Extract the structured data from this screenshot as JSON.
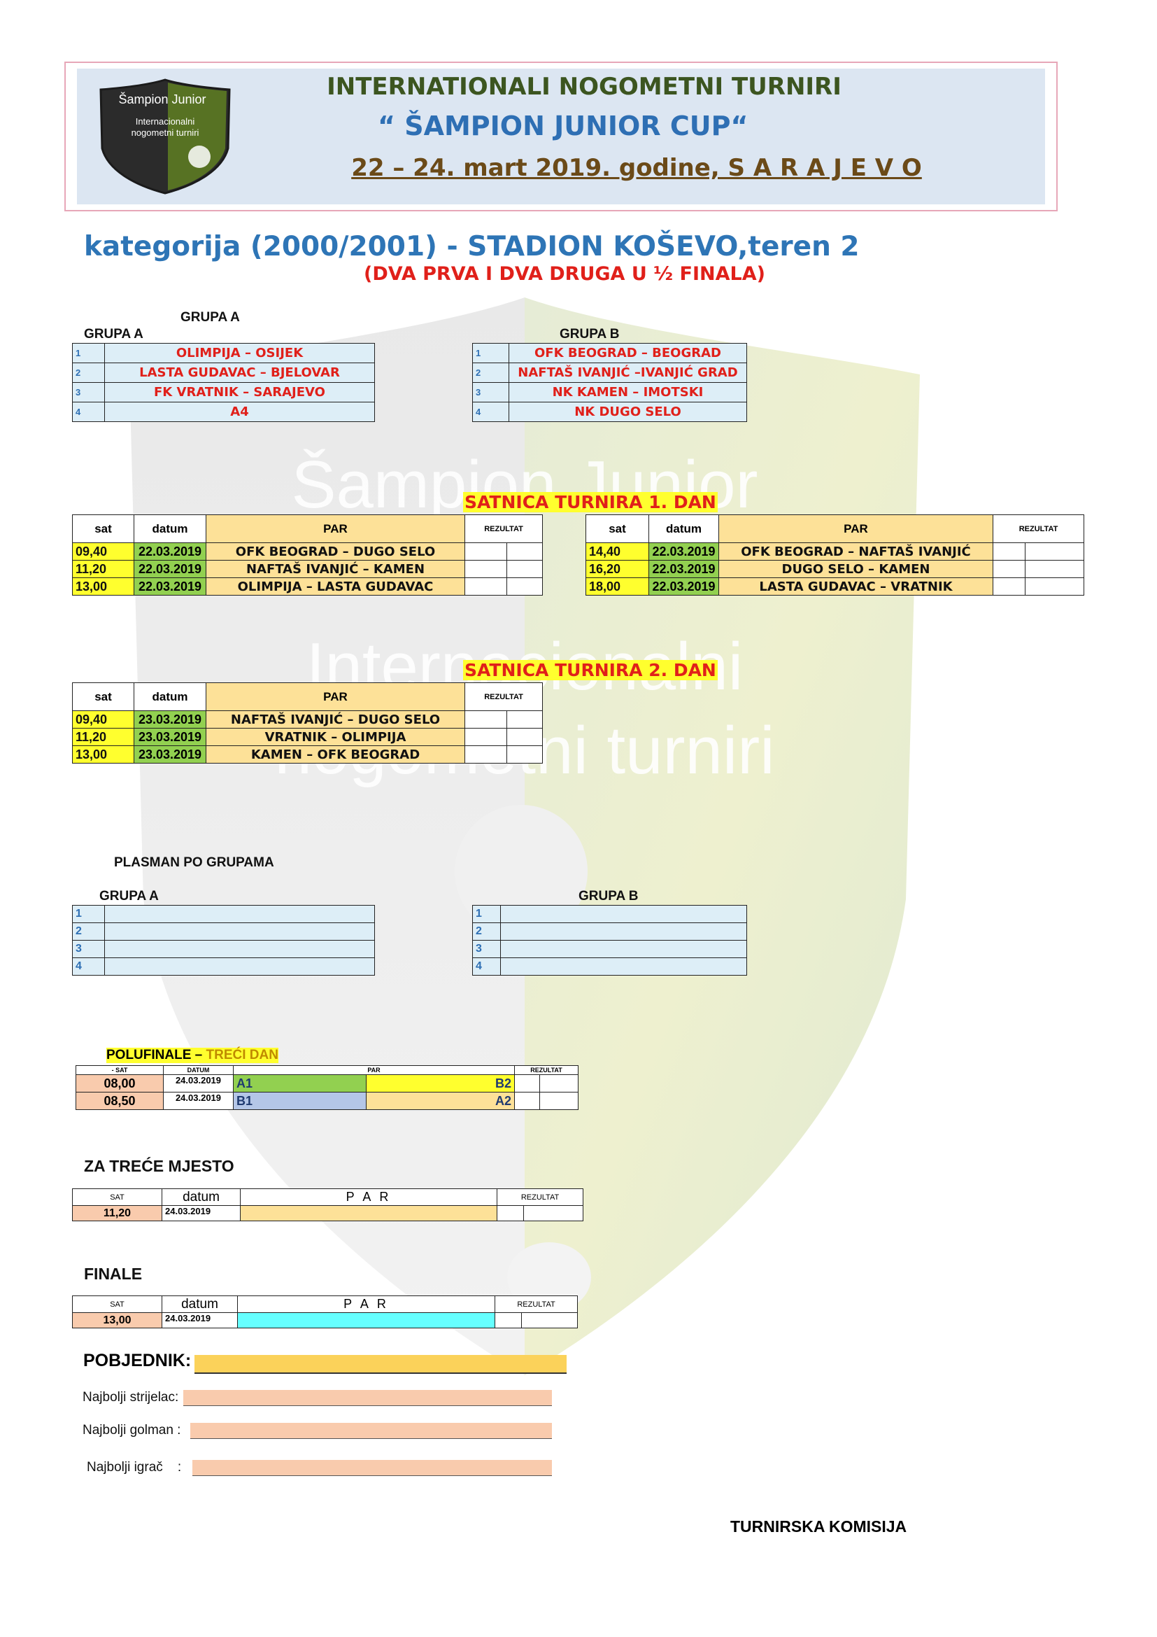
{
  "header": {
    "logo_text_1": "Šampion Junior",
    "logo_text_2": "Internacionalni",
    "logo_text_3": "nogometni turniri",
    "line1": "INTERNATIONALI NOGOMETNI TURNIRI",
    "line2": "“ ŠAMPION JUNIOR CUP“",
    "line3": "22 – 24. mart 2019. godine, S A R A J E V O"
  },
  "category_title": "kategorija (2000/2001) - STADION KOŠEVO,teren 2",
  "category_note": "(DVA PRVA I DVA DRUGA U ½ FINALA)",
  "groups": {
    "a_label_top": "GRUPA  A",
    "a_label": "GRUPA  A",
    "b_label": "GRUPA B",
    "a": [
      {
        "n": "1",
        "team": "OLIMPIJA – OSIJEK"
      },
      {
        "n": "2",
        "team": "LASTA GUDAVAC – BJELOVAR"
      },
      {
        "n": "3",
        "team": "FK VRATNIK – SARAJEVO"
      },
      {
        "n": "4",
        "team": "A4"
      }
    ],
    "b": [
      {
        "n": "1",
        "team": "OFK BEOGRAD – BEOGRAD"
      },
      {
        "n": "2",
        "team": "NAFTAŠ IVANJIĆ –IVANJIĆ GRAD"
      },
      {
        "n": "3",
        "team": "NK KAMEN – IMOTSKI"
      },
      {
        "n": "4",
        "team": "NK DUGO SELO"
      }
    ]
  },
  "schedule_headers": {
    "sat": "sat",
    "datum": "datum",
    "par": "PAR",
    "rezultat": "REZULTAT"
  },
  "day1": {
    "title": "SATNICA  TURNIRA 1. DAN",
    "left": [
      {
        "time": "09,40",
        "date": "22.03.2019",
        "pair": "OFK BEOGRAD – DUGO SELO"
      },
      {
        "time": "11,20",
        "date": "22.03.2019",
        "pair": "NAFTAŠ IVANJIĆ – KAMEN"
      },
      {
        "time": "13,00",
        "date": "22.03.2019",
        "pair": "OLIMPIJA – LASTA GUDAVAC"
      }
    ],
    "right": [
      {
        "time": "14,40",
        "date": "22.03.2019",
        "pair": "OFK BEOGRAD – NAFTAŠ IVANJIĆ"
      },
      {
        "time": "16,20",
        "date": "22.03.2019",
        "pair": "DUGO SELO – KAMEN"
      },
      {
        "time": "18,00",
        "date": "22.03.2019",
        "pair": "LASTA GUDAVAC – VRATNIK"
      }
    ]
  },
  "day2": {
    "title": "SATNICA  TURNIRA 2. DAN",
    "rows": [
      {
        "time": "09,40",
        "date": "23.03.2019",
        "pair": "NAFTAŠ IVANJIĆ – DUGO SELO"
      },
      {
        "time": "11,20",
        "date": "23.03.2019",
        "pair": "VRATNIK – OLIMPIJA"
      },
      {
        "time": "13,00",
        "date": "23.03.2019",
        "pair": "KAMEN – OFK BEOGRAD"
      }
    ]
  },
  "standings": {
    "title": "PLASMAN PO GRUPAMA",
    "a_label": "GRUPA  A",
    "b_label": "GRUPA B",
    "rows": [
      "1",
      "2",
      "3",
      "4"
    ]
  },
  "semifinal": {
    "title_a": "POLUFINALE – ",
    "title_b": "TREĆI DAN",
    "h_sat": "- SAT",
    "h_datum": "DATUM",
    "h_par": "PAR",
    "h_rez": "REZULTAT",
    "rows": [
      {
        "time": "08,00",
        "date": "24.03.2019",
        "home": "A1",
        "away": "B2"
      },
      {
        "time": "08,50",
        "date": "24.03.2019",
        "home": "B1",
        "away": "A2"
      }
    ]
  },
  "third": {
    "title": "ZA TREĆE MJESTO",
    "h_sat": "SAT",
    "h_datum": "datum",
    "h_par": "P A R",
    "h_rez": "REZULTAT",
    "time": "11,20",
    "date": "24.03.2019"
  },
  "final": {
    "title": "FINALE",
    "h_sat": "SAT",
    "h_datum": "datum",
    "h_par": "P A R",
    "h_rez": "REZULTAT",
    "time": "13,00",
    "date": "24.03.2019"
  },
  "winner_label": "POBJEDNIK:",
  "best": [
    {
      "label": "Najbolji strijelac:"
    },
    {
      "label": "Najbolji golman :"
    },
    {
      "label": "Najbolji igrač    :"
    }
  ],
  "committee": "TURNIRSKA KOMISIJA",
  "watermark": {
    "line1": "Šampion Junior",
    "line2": "Internacionalni",
    "line3": "nogometni turniri"
  }
}
